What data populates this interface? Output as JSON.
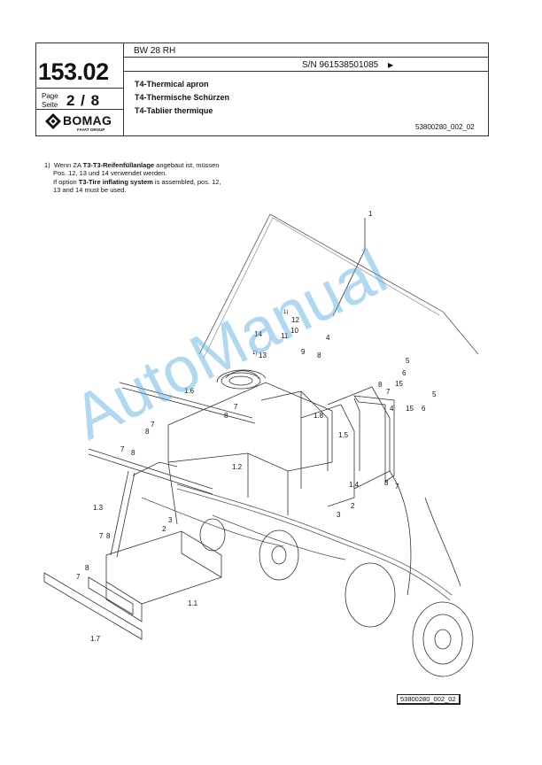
{
  "header": {
    "model": "BW 28 RH",
    "serial": "S/N 961538501085",
    "serial_arrow": "▶",
    "section": "153.02",
    "page_label_1": "Page",
    "page_label_2": "Seite",
    "page_number": "2 / 8",
    "title_en": "T4-Thermical apron",
    "title_de": "T4-Thermische Schürzen",
    "title_fr": "T4-Tablier thermique",
    "drawing_number": "53800280_002_02",
    "logo_brand": "BOMAG",
    "logo_group": "FAYAT GROUP"
  },
  "note": {
    "marker": "1)",
    "de_pre": "Wenn ZA ",
    "de_bold": "T3-T3-Reifenfüllanlage",
    "de_post": " angebaut ist, müssen",
    "de_line2": "Pos. 12, 13 und 14 verwendet werden.",
    "en_pre": "If option ",
    "en_bold": "T3-Tire inflating system",
    "en_post": " is assembled, pos. 12,",
    "en_line2": "13 and 14 must be used."
  },
  "diagram_labels": {
    "l1": "1",
    "l1_1": "1.1",
    "l1_2": "1.2",
    "l1_3": "1.3",
    "l1_4": "1.4",
    "l1_5": "1.5",
    "l1_6": "1.6",
    "l1_7": "1.7",
    "l1_8": "1.8",
    "l2a": "2",
    "l2b": "2",
    "l3a": "3",
    "l3b": "3",
    "l4a": "4",
    "l4b": "4",
    "l5a": "5",
    "l5b": "5",
    "l6a": "6",
    "l6b": "6",
    "l7a": "7",
    "l7b": "7",
    "l7c": "7",
    "l7d": "7",
    "l7e": "7",
    "l7f": "7",
    "l7g": "7",
    "l8a": "8",
    "l8b": "8",
    "l8c": "8",
    "l8d": "8",
    "l8e": "8",
    "l8f": "8",
    "l8g": "8",
    "l8h": "8",
    "l9": "9",
    "l10": "10",
    "l11": "11",
    "l12": "12",
    "l13": "13",
    "l14": "14",
    "l15a": "15",
    "l15b": "15",
    "sup12": "1)",
    "sup13": "1)"
  },
  "footer": {
    "drawing_ref": "53800280_002_02"
  },
  "watermark": "AutoManual"
}
